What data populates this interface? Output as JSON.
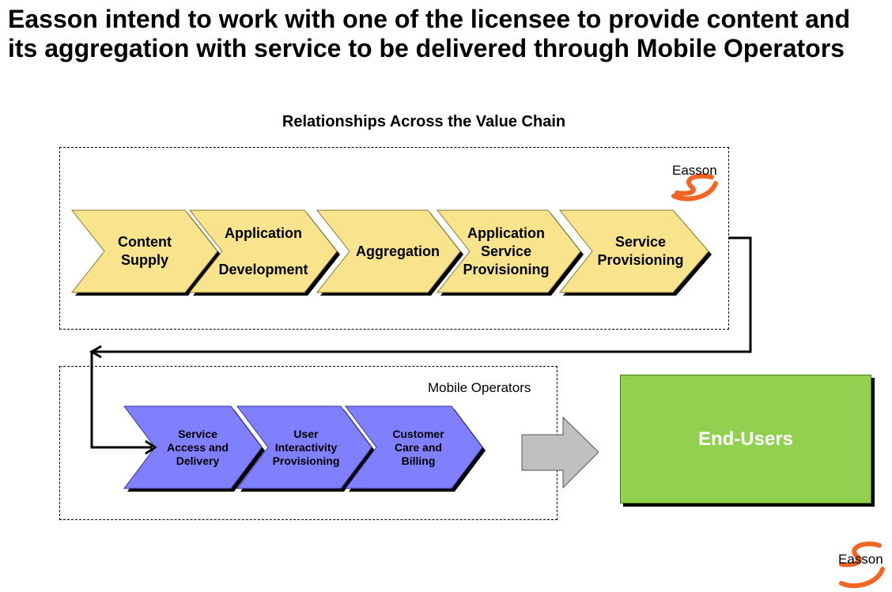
{
  "title": "Easson intend to work with one of the licensee to provide content and its aggregation with service to be delivered through Mobile Operators",
  "diagram": {
    "heading": "Relationships Across the Value Chain",
    "value_chain": [
      {
        "label": "Content\nSupply"
      },
      {
        "label": "Application\n\nDevelopment"
      },
      {
        "label": "Aggregation"
      },
      {
        "label": "Application\nService\nProvisioning"
      },
      {
        "label": "Service\nProvisioning"
      }
    ],
    "mobile_operators": {
      "label": "Mobile Operators",
      "steps": [
        {
          "label": "Service\nAccess and\nDelivery"
        },
        {
          "label": "User\nInteractivity\nProvisioning"
        },
        {
          "label": "Customer\nCare and\nBilling"
        }
      ]
    },
    "end_users": "End-Users"
  },
  "logo": {
    "text": "Easson",
    "color": "#f26522"
  },
  "colors": {
    "value_chain_fill": "#f8e48c",
    "operator_fill": "#8080ff",
    "end_users_fill": "#92d050",
    "arrow_fill": "#c0c0c0"
  }
}
